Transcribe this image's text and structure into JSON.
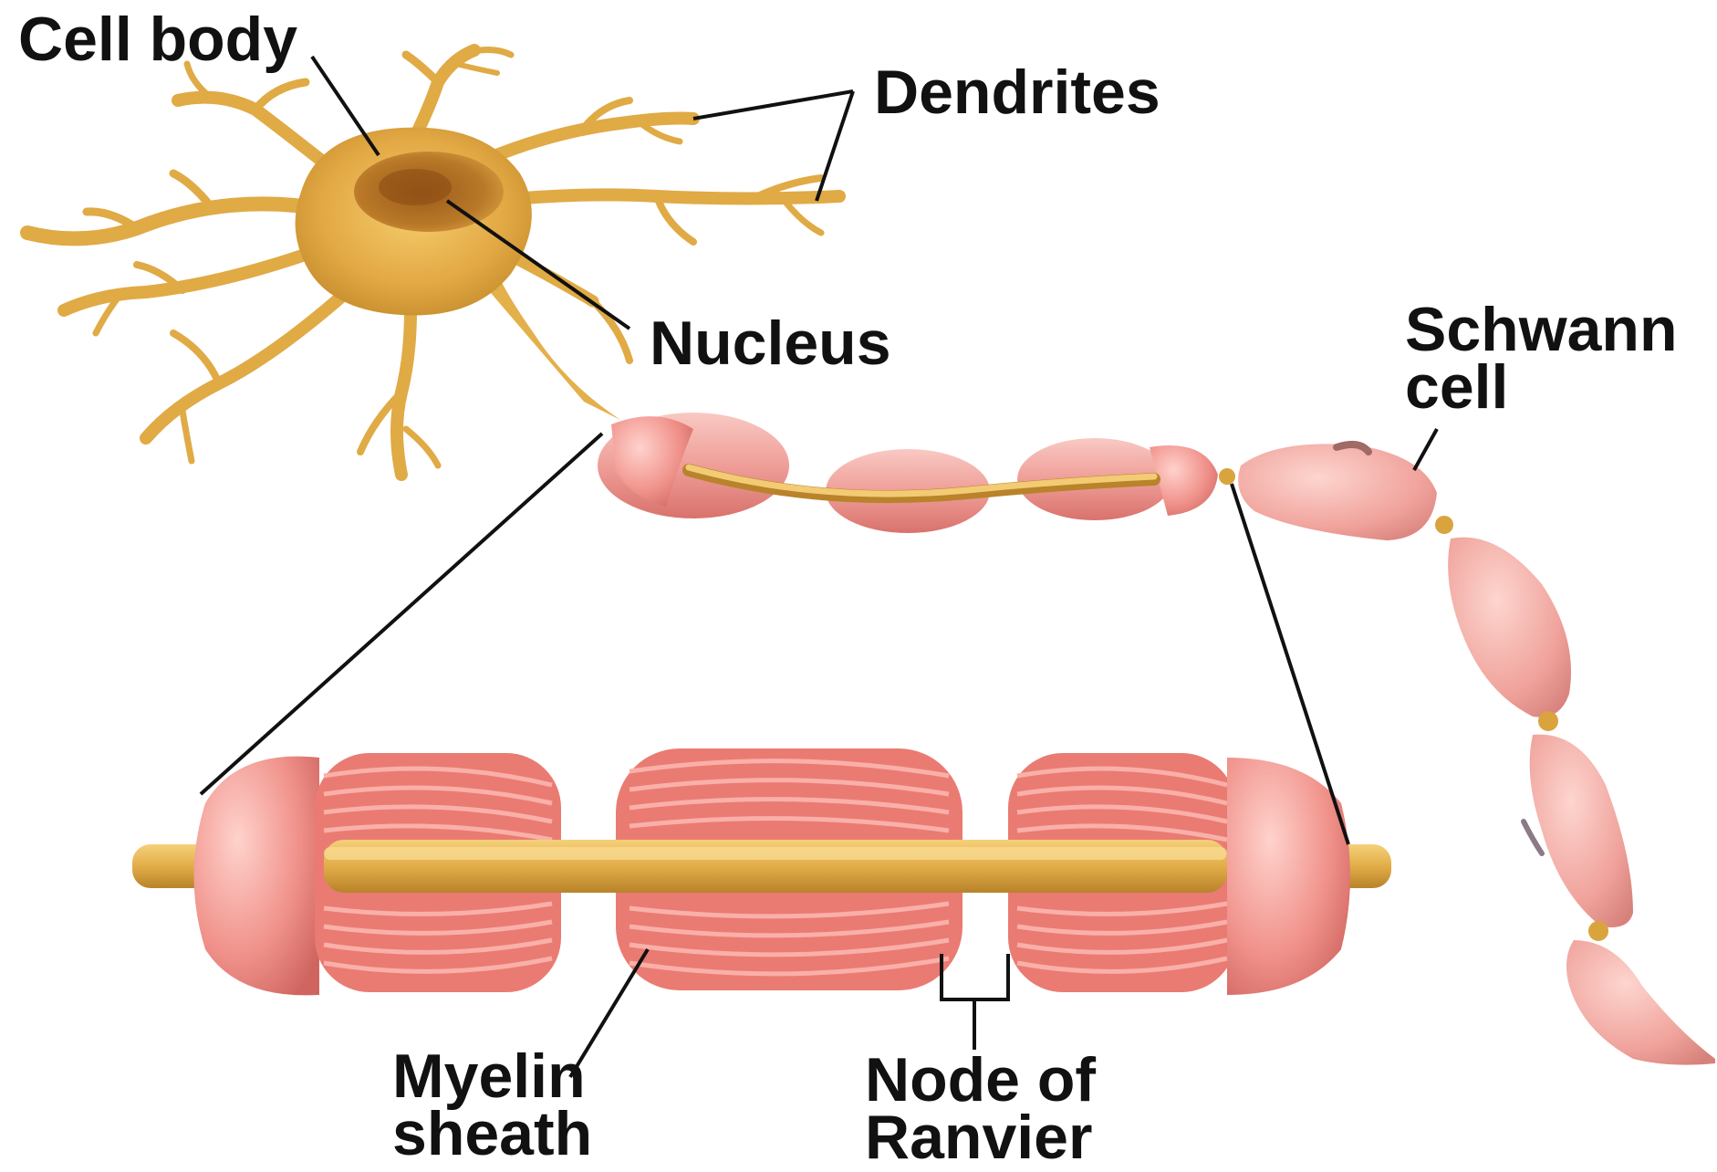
{
  "labels": {
    "cell_body": "Cell body",
    "dendrites": "Dendrites",
    "nucleus": "Nucleus",
    "schwann_cell": [
      "Schwann",
      "cell"
    ],
    "myelin_sheath": [
      "Myelin",
      "sheath"
    ],
    "node_of_ranvier": [
      "Node of",
      "Ranvier"
    ]
  },
  "colors": {
    "background": "#ffffff",
    "neuron": "#e4b24c",
    "neuron_shade": "#b97d22",
    "myelin": "#f0a09a",
    "myelin_dark": "#d25b55",
    "axon": "#e1ad4c",
    "leader_line": "#111111",
    "label_text": "#111111"
  }
}
